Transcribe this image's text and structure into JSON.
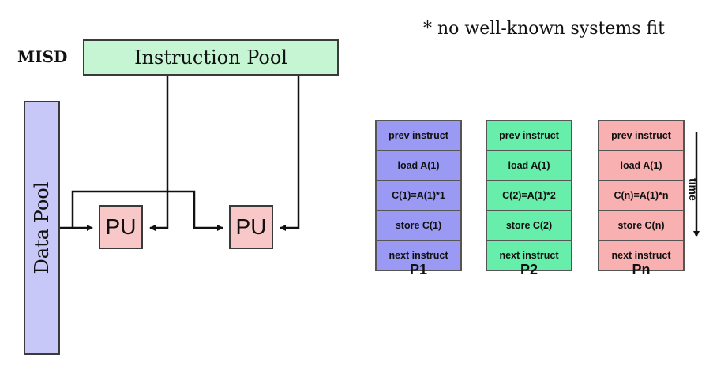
{
  "left_diagram": {
    "misd_label": "MISD",
    "instruction_pool": "Instruction Pool",
    "data_pool": "Data Pool",
    "pu_label": "PU",
    "colors": {
      "instruction_pool": "#c5f5d2",
      "data_pool": "#c8c8f8",
      "pu": "#f8c8c8"
    }
  },
  "note": "* no well-known systems fit",
  "processors": [
    {
      "label": "P1",
      "color": "#9a9af5",
      "rows": [
        "prev instruct",
        "load A(1)",
        "C(1)=A(1)*1",
        "store C(1)",
        "next instruct"
      ]
    },
    {
      "label": "P2",
      "color": "#66eeaa",
      "rows": [
        "prev instruct",
        "load A(1)",
        "C(2)=A(1)*2",
        "store C(2)",
        "next instruct"
      ]
    },
    {
      "label": "Pn",
      "color": "#f8b0b0",
      "rows": [
        "prev instruct",
        "load A(1)",
        "C(n)=A(1)*n",
        "store C(n)",
        "next instruct"
      ]
    }
  ],
  "time_label": "time"
}
